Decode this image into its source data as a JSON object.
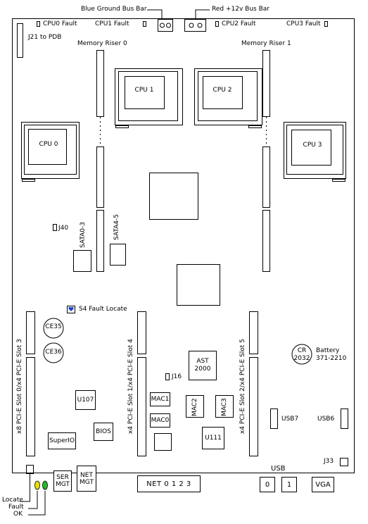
{
  "top": {
    "blue_ground": "Blue Ground Bus Bar",
    "red_bus": "Red +12v Bus Bar",
    "cpu0_fault": "CPU0 Fault",
    "cpu1_fault": "CPU1 Fault",
    "cpu2_fault": "CPU2 Fault",
    "cpu3_fault": "CPU3 Fault",
    "j21": "J21 to PDB",
    "memory_riser_0": "Memory Riser 0",
    "memory_riser_1": "Memory Riser 1"
  },
  "cpus": {
    "cpu0": "CPU 0",
    "cpu1": "CPU 1",
    "cpu2": "CPU 2",
    "cpu3": "CPU 3"
  },
  "mid": {
    "j40": "J40",
    "sata03": "SATA0-3",
    "sata45": "SATA4-5",
    "s4_fault": "S4 Fault Locate"
  },
  "components": {
    "ce35": "CE35",
    "ce36": "CE36",
    "cr2032_top": "CR",
    "cr2032_bottom": "2032",
    "battery_line1": "Battery",
    "battery_line2": "371-2210",
    "ast_line1": "AST",
    "ast_line2": "2000",
    "j16": "J16",
    "u107": "U107",
    "mac1": "MAC1",
    "mac0": "MAC0",
    "mac2": "MAC2",
    "mac3": "MAC3",
    "u111": "U111",
    "bios": "BIOS",
    "superio": "SuperIO",
    "usb7": "USB7",
    "usb6": "USB6",
    "j33": "J33"
  },
  "slots": {
    "slot3": "x8 PCI-E Slot 0/x4 PCI-E Slot 3",
    "slot4": "x4 PCI-E Slot 1/x4 PCI-E Slot 4",
    "slot5": "x4 PCI-E Slot 2/x4 PCI-E Slot 5"
  },
  "rear": {
    "ser_mgt_1": "SER",
    "ser_mgt_2": "MGT",
    "net_mgt_1": "NET",
    "net_mgt_2": "MGT",
    "net": "NET 0 1 2 3",
    "usb_label": "USB",
    "usb0": "0",
    "usb1": "1",
    "vga": "VGA"
  },
  "leds": {
    "locate": "Locate",
    "fault": "Fault",
    "ok": "OK"
  },
  "colors": {
    "fault_led": "#e8e000",
    "ok_led": "#22bb22",
    "s4_led": "#1a3fd6"
  }
}
